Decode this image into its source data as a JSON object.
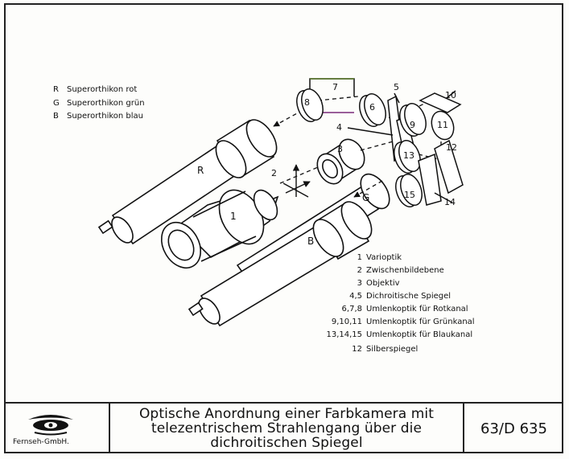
{
  "legend_codes": [
    {
      "code": "R",
      "text": "Superorthikon rot"
    },
    {
      "code": "G",
      "text": "Superorthikon grün"
    },
    {
      "code": "B",
      "text": "Superorthikon blau"
    }
  ],
  "parts_list": [
    {
      "num": "1",
      "text": "Varioptik"
    },
    {
      "num": "2",
      "text": "Zwischenbildebene"
    },
    {
      "num": "3",
      "text": "Objektiv"
    },
    {
      "num": "4,5",
      "text": "Dichroitische  Spiegel"
    },
    {
      "num": "6,7,8",
      "text": "Umlenkoptik für Rotkanal"
    },
    {
      "num": "9,10,11",
      "text": "Umlenkoptik für Grünkanal"
    },
    {
      "num": "13,14,15",
      "text": "Umlenkoptik für Blaukanal"
    },
    {
      "num": "12",
      "text": "Silberspiegel"
    }
  ],
  "diagram_labels": {
    "n1": "1",
    "n2": "2",
    "n3": "3",
    "n4": "4",
    "n5": "5",
    "n6": "6",
    "n7": "7",
    "n8": "8",
    "n9": "9",
    "n10": "10",
    "n11": "11",
    "n12": "12",
    "n13": "13",
    "n14": "14",
    "n15": "15",
    "R": "R",
    "G": "G",
    "B": "B"
  },
  "footer": {
    "company": "Fernseh-GmbH.",
    "title_line1": "Optische Anordnung einer Farbkamera mit",
    "title_line2": "telezentrischem Strahlengang über die",
    "title_line3": "dichroitischen Spiegel",
    "drawing_number": "63/D 635"
  }
}
